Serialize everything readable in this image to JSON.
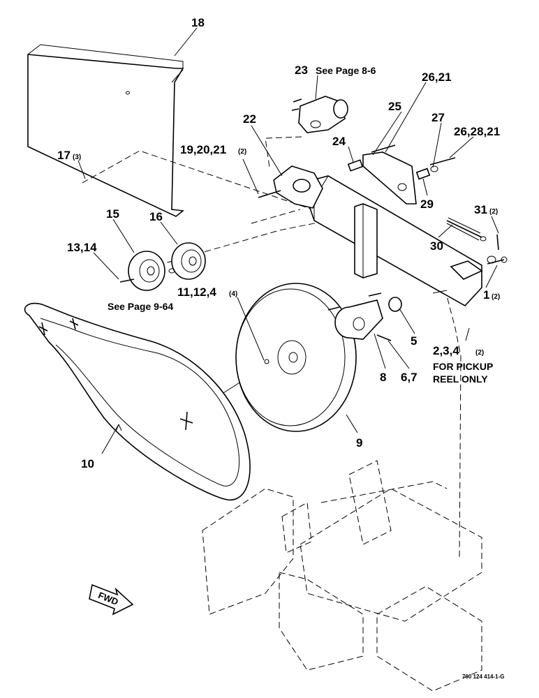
{
  "callouts": {
    "c18": "18",
    "c23": "23",
    "c23_ref": "See Page 8-6",
    "c26_21": "26,21",
    "c25": "25",
    "c22": "22",
    "c27": "27",
    "c26_28_21": "26,28,21",
    "c24": "24",
    "c19_20_21": "19,20,21",
    "c19_20_21_qty": "(2)",
    "c17": "17",
    "c17_qty": "(3)",
    "c15": "15",
    "c16": "16",
    "c29": "29",
    "c31": "31",
    "c31_qty": "(2)",
    "c13_14": "13,14",
    "c30": "30",
    "c1": "1",
    "c1_qty": "(2)",
    "c11_12_4": "11,12,4",
    "c11_12_4_qty": "(4)",
    "c15_ref": "See Page 9-64",
    "c5": "5",
    "c2_3_4": "2,3,4",
    "c2_3_4_qty": "(2)",
    "c2_3_4_note1": "FOR PICKUP",
    "c2_3_4_note2": "REEL ONLY",
    "c8": "8",
    "c6_7": "6,7",
    "c9": "9",
    "c10": "10"
  },
  "fwd_label": "FWD",
  "drawing_code": "700 124 414-1-G"
}
